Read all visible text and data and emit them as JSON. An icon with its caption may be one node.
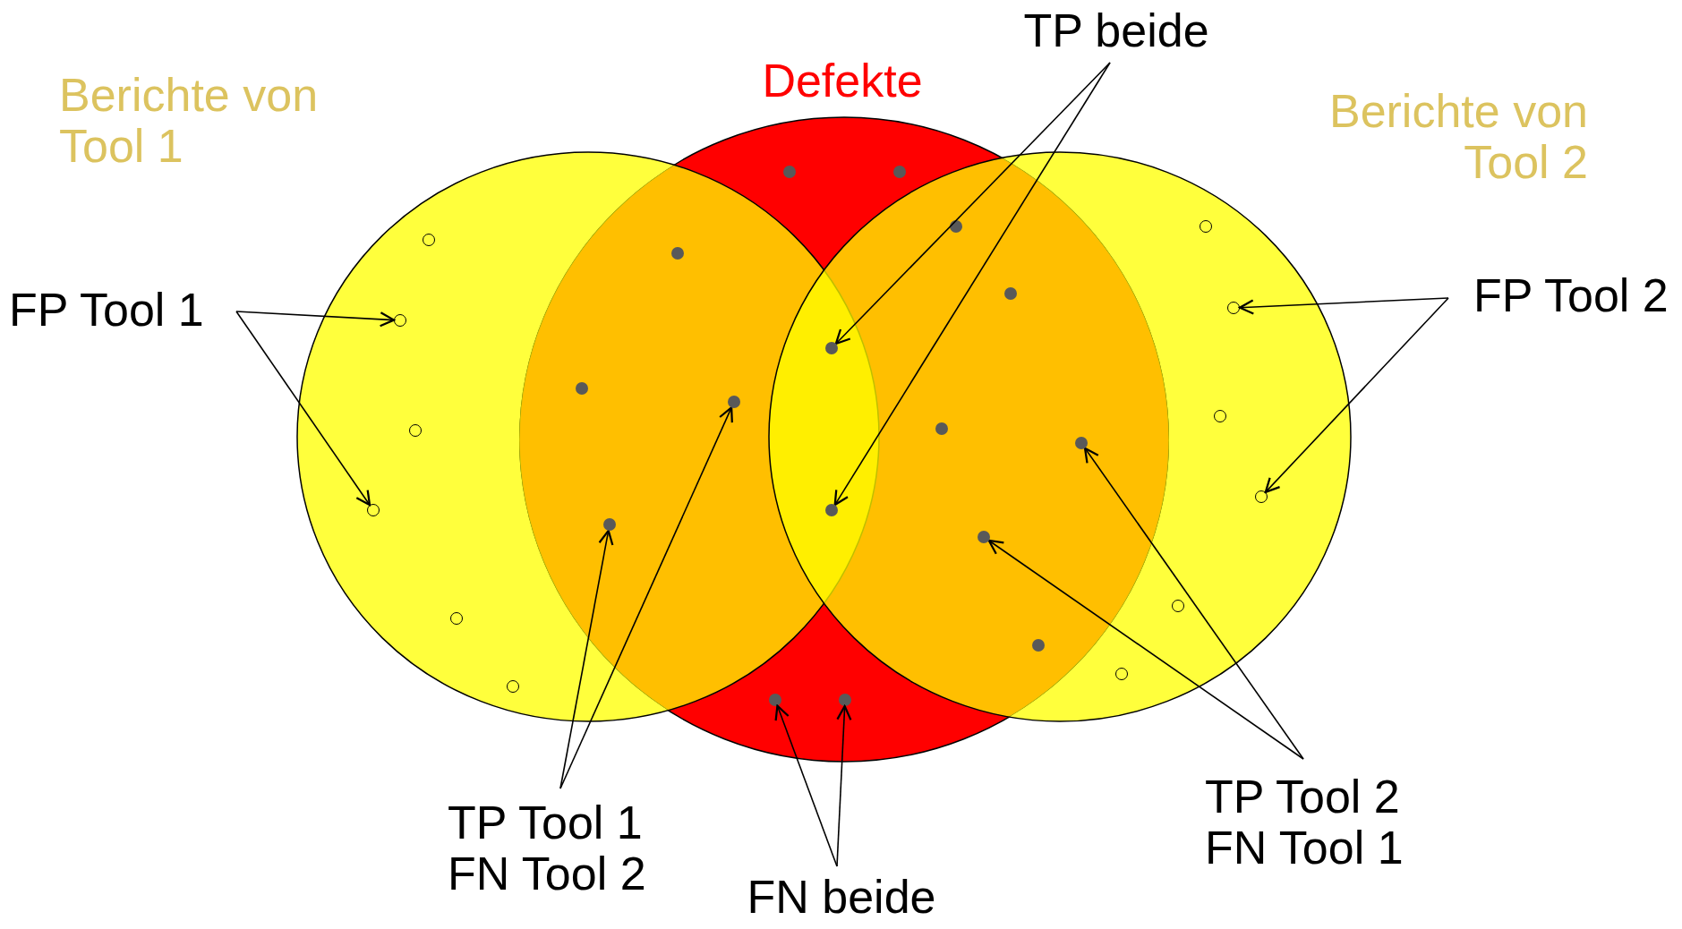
{
  "diagram": {
    "nodes": [
      {
        "text": [
          "Berichte von Tool 1"
        ]
      },
      {
        "text": [
          "Defekte"
        ]
      },
      {
        "text": [
          "Berichte von Tool 2"
        ]
      },
      {
        "text": [
          "TP beide"
        ]
      },
      {
        "text": [
          "FP Tool 1"
        ]
      },
      {
        "text": [
          "FP Tool 2"
        ]
      },
      {
        "text": [],
        "shape": "circle"
      },
      {
        "text": [],
        "shape": "circle"
      },
      {
        "text": [],
        "shape": "circle",
        "in": 0
      },
      {
        "text": [],
        "shape": "circle",
        "in": 0
      },
      {
        "text": [],
        "shape": "circle",
        "in": 2
      },
      {
        "text": [],
        "shape": "circle",
        "in": 2
      },
      {
        "text": [],
        "shape": "circle"
      },
      {
        "text": [],
        "shape": "circle"
      },
      {
        "text": [],
        "shape": "circle"
      },
      {
        "text": [],
        "shape": "circle"
      },
      {
        "text": [],
        "shape": "circle",
        "in": 1
      },
      {
        "text": [],
        "shape": "circle",
        "in": 1
      },
      {
        "text": [
          "TP Tool 2",
          "FN Tool 1"
        ]
      },
      {
        "text": [
          "TP Tool 1",
          "FN Tool 2"
        ]
      },
      {
        "text": [
          "FN beide"
        ]
      }
    ],
    "edges": [
      {
        "from": 3,
        "to": 6,
        "arrow": "to"
      },
      {
        "from": 3,
        "to": 7,
        "arrow": "to"
      },
      {
        "from": 4,
        "to": 8,
        "arrow": "to"
      },
      {
        "from": 4,
        "to": 9,
        "arrow": "to"
      },
      {
        "from": 5,
        "to": 10,
        "arrow": "to"
      },
      {
        "from": 5,
        "to": 11,
        "arrow": "to"
      },
      {
        "from": 19,
        "to": 13,
        "arrow": "to"
      },
      {
        "from": 19,
        "to": 12,
        "arrow": "to"
      },
      {
        "from": 20,
        "to": 16,
        "arrow": "to"
      },
      {
        "from": 20,
        "to": 17,
        "arrow": "to"
      },
      {
        "from": 18,
        "to": 14,
        "arrow": "to"
      },
      {
        "from": 18,
        "to": 15,
        "arrow": "to"
      }
    ]
  }
}
